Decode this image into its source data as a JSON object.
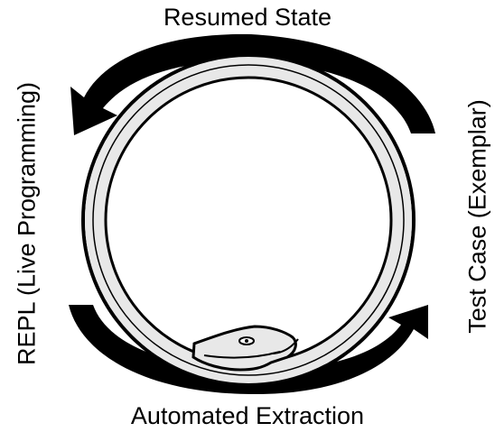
{
  "diagram": {
    "labels": {
      "top": "Resumed State",
      "right": "Test Case (Exemplar)",
      "bottom": "Automated Extraction",
      "left": "REPL (Live Programming)"
    },
    "icons": {
      "center": "ouroboros-snake-icon",
      "arrows": [
        "curved-arrow-top-icon",
        "curved-arrow-bottom-icon"
      ]
    },
    "colors": {
      "ink": "#000000",
      "ring_fill": "#e8e8e8",
      "background": "#ffffff"
    }
  }
}
